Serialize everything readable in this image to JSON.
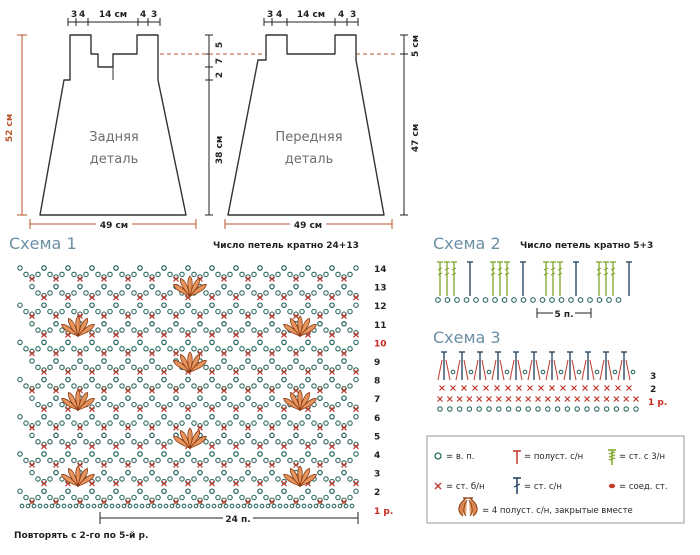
{
  "colors": {
    "ink": "#231f20",
    "outline": "#333333",
    "dimension": "#b8552a",
    "row_red": "#c8281e",
    "title": "#6c8fa4",
    "chain": "#2e6a64",
    "single_crochet": "#c0392b",
    "dc": "#1c3d5a",
    "treble": "#7fa52a",
    "shell": "#c8602a"
  },
  "back_piece": {
    "label_line1": "Задняя",
    "label_line2": "деталь",
    "top_dims": [
      "3",
      "4",
      "14 см",
      "4",
      "3"
    ],
    "width": "49 см",
    "height": "52 см",
    "right_dims": [
      "5",
      "7",
      "2",
      "38 см"
    ]
  },
  "front_piece": {
    "label_line1": "Передняя",
    "label_line2": "деталь",
    "top_dims": [
      "3",
      "4",
      "14 см",
      "4",
      "3"
    ],
    "width": "49 см",
    "right_dims": [
      "5 см",
      "47 см"
    ]
  },
  "scheme1": {
    "title": "Схема 1",
    "multiple": "Число петель кратно 24+13",
    "rows": [
      "14",
      "13",
      "12",
      "11",
      "10",
      "9",
      "8",
      "7",
      "6",
      "5",
      "4",
      "3",
      "2",
      "1 р."
    ],
    "stitch_count": "24 п.",
    "note": "Повторять с 2-го по 5-й р."
  },
  "scheme2": {
    "title": "Схема 2",
    "multiple": "Число петель кратно 5+3",
    "stitch_count": "5 п."
  },
  "scheme3": {
    "title": "Схема 3",
    "rows": [
      "3",
      "2",
      "1 р."
    ]
  },
  "legend": {
    "items": [
      {
        "icon": "chain-icon",
        "text": "= в. п."
      },
      {
        "icon": "half-double-crochet-icon",
        "text": "= полуст. с/н"
      },
      {
        "icon": "treble-crochet-icon",
        "text": "= ст. с 3/н"
      },
      {
        "icon": "single-crochet-icon",
        "text": "= ст. б/н"
      },
      {
        "icon": "double-crochet-icon",
        "text": "= ст. с/н"
      },
      {
        "icon": "slip-stitch-icon",
        "text": "= соед. ст."
      },
      {
        "icon": "cluster-icon",
        "text": "= 4 полуст. с/н, закрытые вместе"
      }
    ]
  }
}
